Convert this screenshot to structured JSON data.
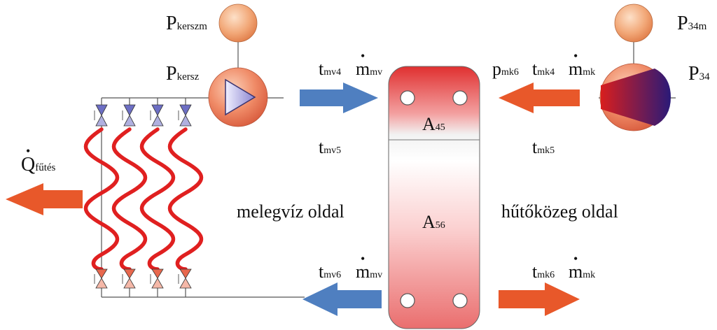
{
  "labels": {
    "p_kerszm": {
      "main": "P",
      "sub": "kerszm"
    },
    "p_kersz": {
      "main": "P",
      "sub": "kersz"
    },
    "p_34m": {
      "main": "P",
      "sub": "34m"
    },
    "p_34": {
      "main": "P",
      "sub": "34"
    },
    "t_mv4": {
      "main": "t",
      "sub": "mv4"
    },
    "m_mv_top": {
      "main": "m",
      "sub": "mv"
    },
    "p_mk6": {
      "main": "p",
      "sub": "mk6"
    },
    "t_mk4": {
      "main": "t",
      "sub": "mk4"
    },
    "m_mk_top": {
      "main": "m",
      "sub": "mk"
    },
    "t_mv5": {
      "main": "t",
      "sub": "mv5"
    },
    "t_mk5": {
      "main": "t",
      "sub": "mk5"
    },
    "q_futes": {
      "main": "Q",
      "sub": "fűtés"
    },
    "a45": {
      "main": "A",
      "sub": "45"
    },
    "a56": {
      "main": "A",
      "sub": "56"
    },
    "t_mv6": {
      "main": "t",
      "sub": "mv6"
    },
    "m_mv_bottom": {
      "main": "m",
      "sub": "mv"
    },
    "t_mk6": {
      "main": "t",
      "sub": "mk6"
    },
    "m_mk_bottom": {
      "main": "m",
      "sub": "mk"
    },
    "side_hot": "melegvíz oldal",
    "side_cold": "hűtőközeg oldal"
  },
  "colors": {
    "orange_arrow": "#e8582a",
    "blue_arrow": "#4f7fc0",
    "pipe_red": "#e02020",
    "valve_blue": "#6d6fc4",
    "valve_pink": "#f0907a",
    "gauge": "#f2a878"
  }
}
